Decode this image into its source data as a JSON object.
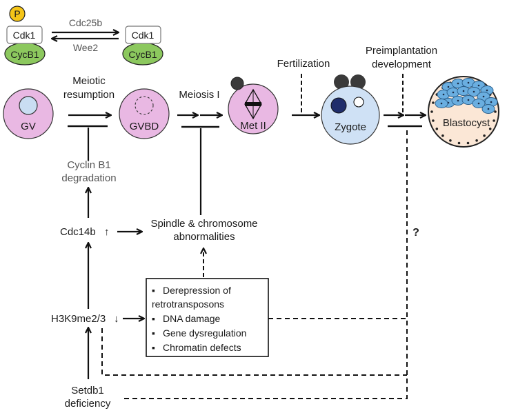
{
  "cdk_panel": {
    "phospho_label": "P",
    "left_cdk": "Cdk1",
    "left_cyc": "CycB1",
    "right_cdk": "Cdk1",
    "right_cyc": "CycB1",
    "forward_enzyme": "Cdc25b",
    "reverse_enzyme": "Wee2"
  },
  "stages": {
    "gv": "GV",
    "gvbd": "GVBD",
    "met2": "Met II",
    "zygote": "Zygote",
    "blastocyst": "Blastocyst"
  },
  "transitions": {
    "meiotic_line1": "Meiotic",
    "meiotic_line2": "resumption",
    "meiosis1": "Meiosis I",
    "fertilization": "Fertilization",
    "preimp_line1": "Preimplantation",
    "preimp_line2": "development"
  },
  "pathway": {
    "cyclin_line1": "Cyclin B1",
    "cyclin_line2": "degradation",
    "cdc14b": "Cdc14b",
    "cdc14b_change": "↑",
    "spindle_line1": "Spindle & chromosome",
    "spindle_line2": "abnormalities",
    "h3k9": "H3K9me2/3",
    "h3k9_change": "↓",
    "setdb1_line1": "Setdb1",
    "setdb1_line2": "deficiency",
    "unknown_mark": "?"
  },
  "effects_box": {
    "bullet": "▪",
    "item1_line1": "Derepression of",
    "item1_line2": "retrotransposons",
    "item2": "DNA damage",
    "item3": "Gene dysregulation",
    "item4": "Chromatin defects"
  },
  "colors": {
    "oocyte_fill": "#e9b8e3",
    "zygote_fill": "#cfe1f5",
    "gv_nucleus": "#c9ddf2",
    "cyclin_fill": "#8cc85e",
    "phospho_fill": "#f5c518",
    "pronucleus_dark": "#1f2d6b",
    "polar_body": "#3a3a3a",
    "blastocyst_inner": "#fbe7d6",
    "blastocyst_cells": "#6aaee0"
  }
}
